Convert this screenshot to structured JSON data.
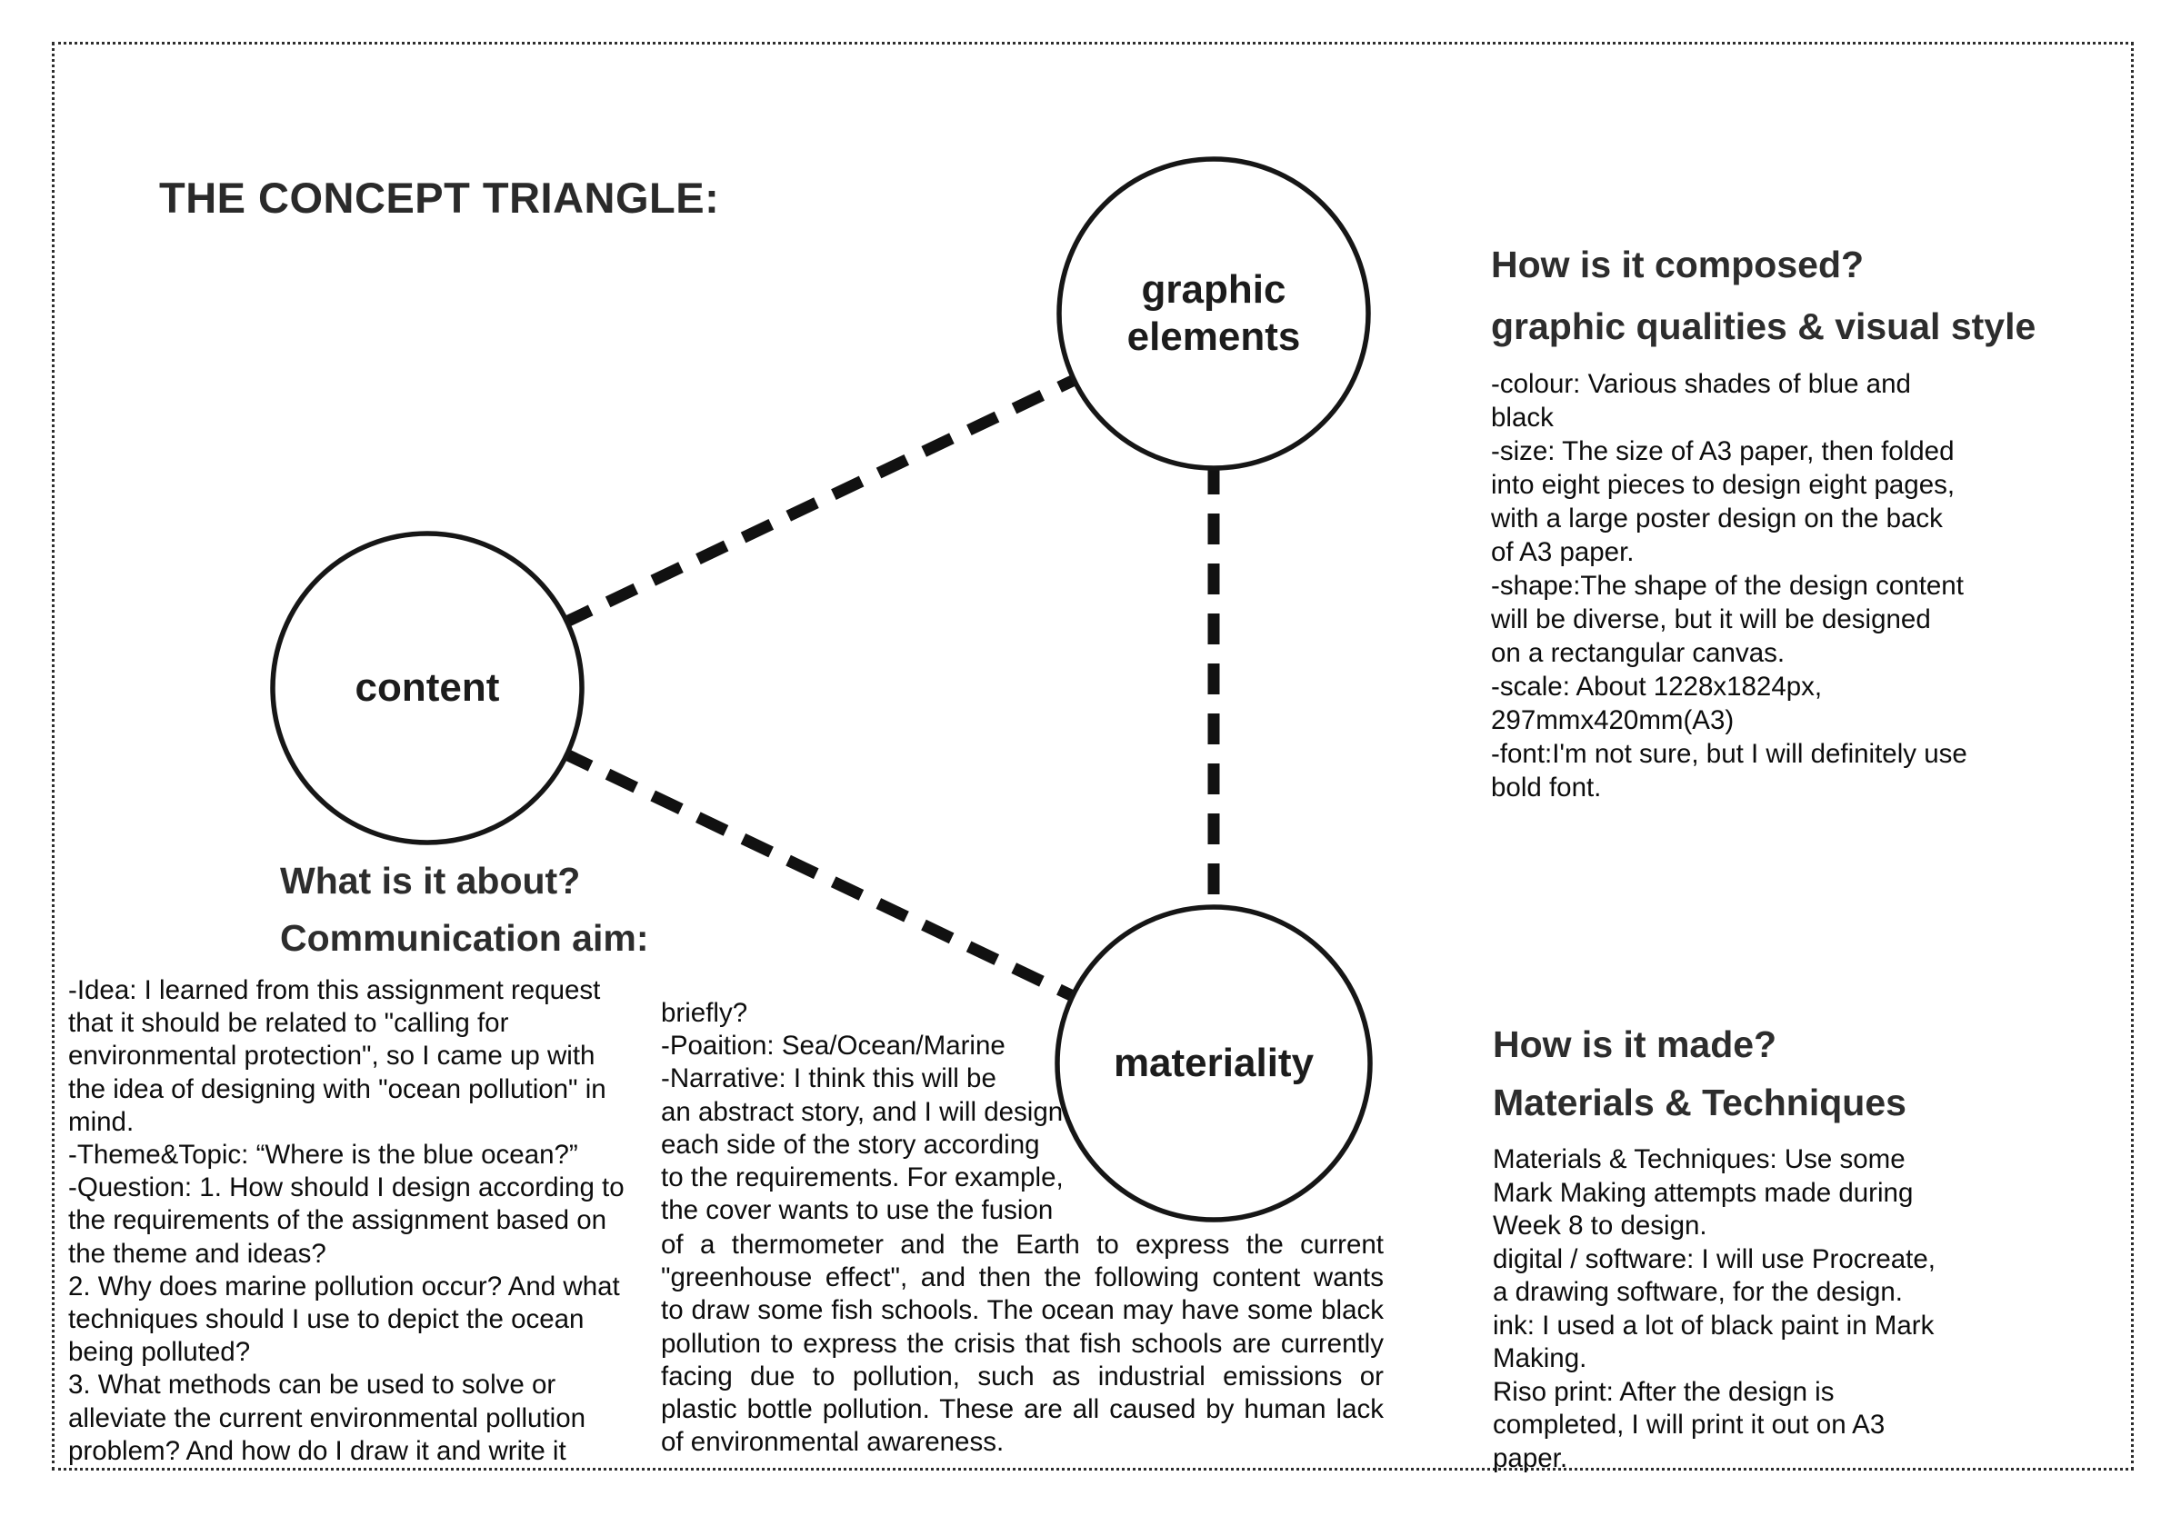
{
  "title": "THE CONCEPT TRIANGLE:",
  "colors": {
    "ink": "#111111",
    "heading": "#2d2d2d",
    "background": "#ffffff"
  },
  "diagram": {
    "nodes": {
      "content": {
        "label_lines": [
          "content"
        ]
      },
      "graphic_elements": {
        "label_lines": [
          "graphic",
          "elements"
        ]
      },
      "materiality": {
        "label_lines": [
          "materiality"
        ]
      }
    },
    "connectors": [
      "content-to-graphic-elements",
      "graphic-elements-to-materiality",
      "content-to-materiality"
    ]
  },
  "content_section": {
    "heading_line1": "What is it about?",
    "heading_line2": "Communication aim:",
    "left_column_lines": [
      "-Idea: I learned from this assignment request",
      "that it should be related to \"calling for",
      "environmental protection\", so I came up with",
      "the idea of designing with \"ocean pollution\" in",
      "mind.",
      "-Theme&Topic: “Where is the blue ocean?”",
      "-Question: 1. How should I design according to",
      "the requirements of the assignment based on",
      "the theme and ideas?",
      "2. Why does marine pollution occur? And what",
      "techniques should I use to depict the ocean",
      "being polluted?",
      "3. What methods can be used to solve or",
      "alleviate the current environmental pollution",
      "problem? And how do I draw it and write it"
    ],
    "middle_column_narrow_lines": [
      "briefly?",
      "-Poaition: Sea/Ocean/Marine",
      "-Narrative: I think this will be",
      "an abstract story, and I will design",
      "each side of the story according",
      "to the requirements. For example,",
      "the cover wants to use the fusion"
    ],
    "middle_column_wide_lines": [
      "of a thermometer and the Earth to express the current",
      "\"greenhouse effect\", and then the following content wants",
      "to draw some fish schools. The ocean may have some black",
      "pollution to express the crisis that fish schools are currently",
      "facing due to pollution, such as industrial emissions or",
      "plastic bottle pollution. These are all caused by human lack",
      "of environmental awareness."
    ]
  },
  "composed_section": {
    "heading_line1": "How is it composed?",
    "heading_line2": "graphic qualities & visual style",
    "body_lines": [
      "-colour: Various shades of blue and",
      "black",
      "-size: The size of A3 paper, then folded",
      "into eight pieces to design eight pages,",
      "with a large poster design on the back",
      "of A3 paper.",
      "-shape:The shape of the design content",
      "will be diverse, but it will be designed",
      "on a rectangular canvas.",
      "-scale: About 1228x1824px,",
      "297mmx420mm(A3)",
      "-font:I'm not sure, but I will definitely use",
      "bold font."
    ]
  },
  "made_section": {
    "heading_line1": "How is it made?",
    "heading_line2": "Materials & Techniques",
    "body_lines": [
      "Materials & Techniques: Use some",
      "Mark Making attempts made during",
      "Week 8 to design.",
      "digital / software: I will use Procreate,",
      "a drawing software, for the design.",
      "ink: I used a lot of black paint in Mark",
      "Making.",
      "Riso print: After the design is",
      "completed, I will print it out on A3",
      "paper."
    ]
  }
}
